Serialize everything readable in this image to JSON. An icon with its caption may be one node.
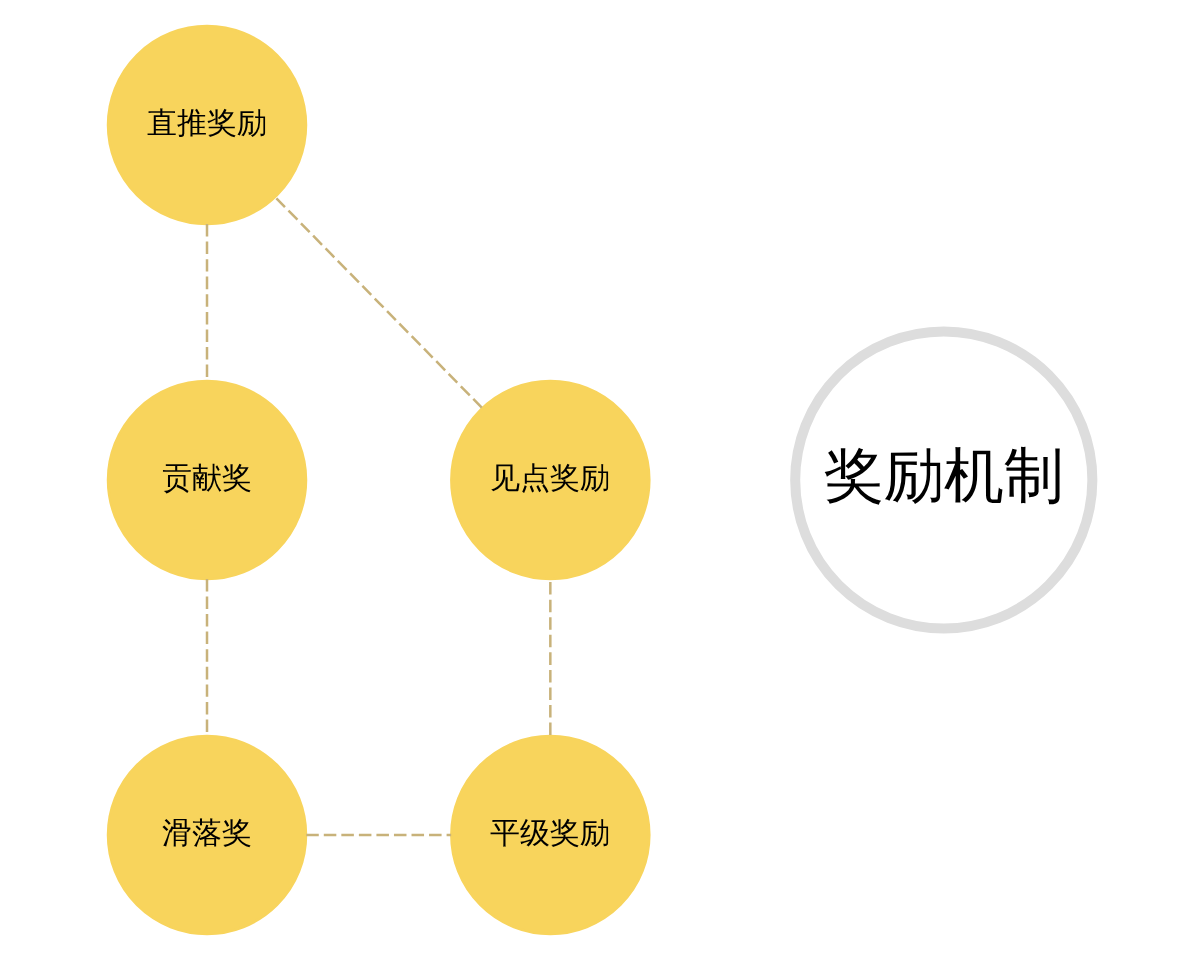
{
  "diagram": {
    "nodes": [
      {
        "text": [
          "直推奖励"
        ]
      },
      {
        "text": [
          "见点奖励"
        ]
      },
      {
        "text": [
          "奖励机制"
        ]
      },
      {
        "text": [
          "贡献奖"
        ]
      },
      {
        "text": [
          "平级奖励"
        ]
      },
      {
        "text": [
          "滑落奖"
        ]
      }
    ],
    "edges": [
      {
        "from": 0,
        "to": 3,
        "arrow": "none",
        "style": "dashed"
      },
      {
        "from": 3,
        "to": 5,
        "arrow": "none",
        "style": "dashed"
      },
      {
        "from": 5,
        "to": 4,
        "arrow": "none",
        "style": "dashed"
      },
      {
        "from": 4,
        "to": 1,
        "arrow": "none",
        "style": "dashed"
      },
      {
        "from": 1,
        "to": 0,
        "arrow": "none",
        "style": "dashed"
      }
    ]
  }
}
